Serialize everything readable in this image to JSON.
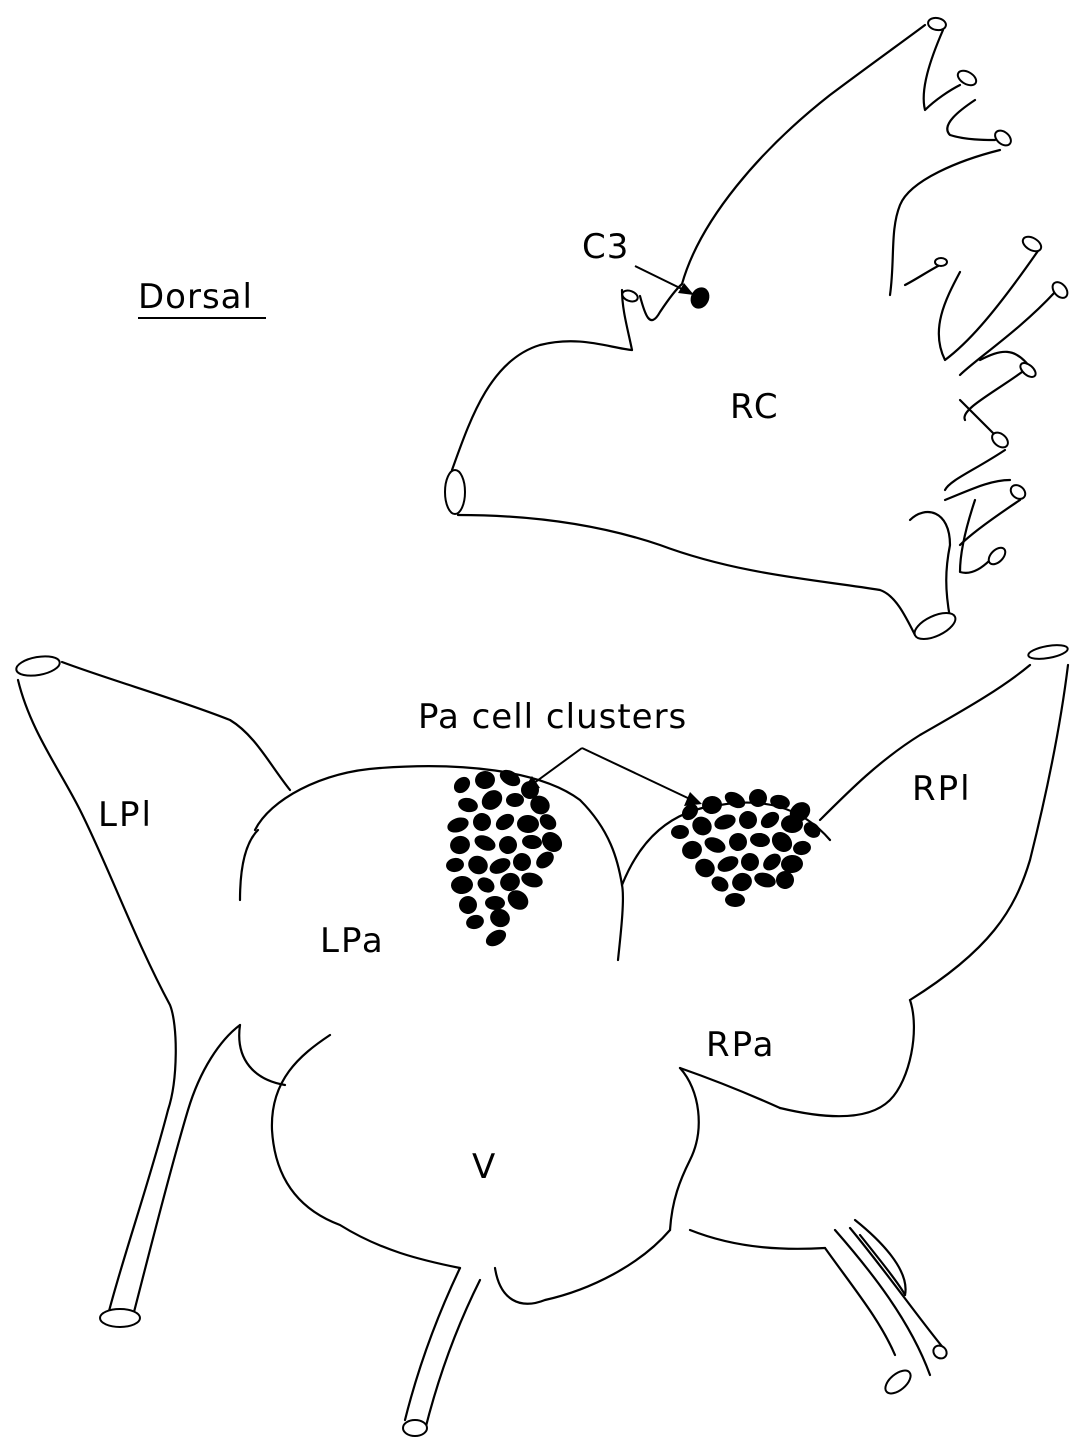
{
  "orientation_label": "Dorsal",
  "labels": {
    "c3": "C3",
    "rc": "RC",
    "pa_cell_clusters": "Pa cell clusters",
    "lpl": "LPl",
    "rpl": "RPl",
    "lpa": "LPa",
    "rpa": "RPa",
    "v": "V"
  },
  "colors": {
    "stroke": "#000000",
    "background": "#ffffff"
  }
}
